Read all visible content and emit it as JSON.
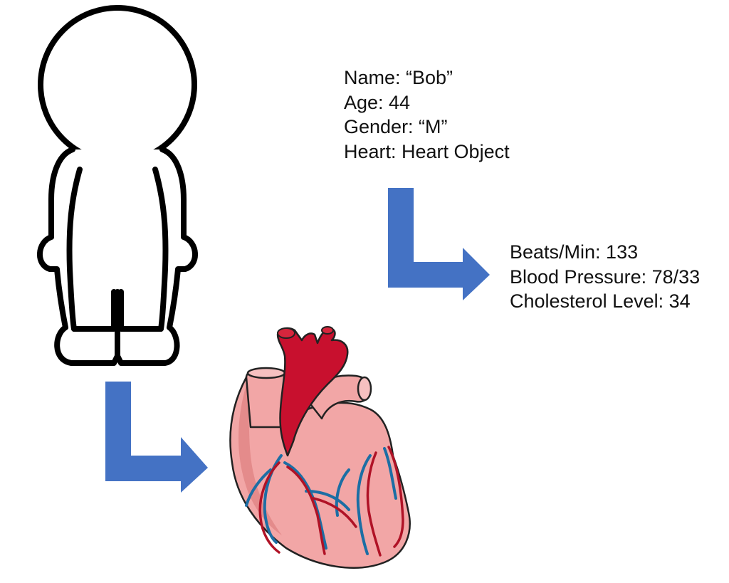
{
  "person": {
    "name_line": "Name: “Bob”",
    "age_line": "Age: 44",
    "gender_line": "Gender: “M”",
    "heart_line": "Heart: Heart Object"
  },
  "heart": {
    "beats_line": "Beats/Min: 133",
    "blood_pressure_line": "Blood Pressure: 78/33",
    "cholesterol_line": "Cholesterol Level: 34"
  },
  "colors": {
    "arrow": "#4472c4",
    "outline": "#000000",
    "heart_flesh": "#f2a6a6",
    "heart_flesh_dark": "#e07d7d",
    "aorta": "#c8102e",
    "artery": "#b01226",
    "vein": "#1c6ea4"
  },
  "icons": {
    "person": "person-outline-icon",
    "heart": "anatomical-heart-icon",
    "arrow": "elbow-arrow-icon"
  }
}
